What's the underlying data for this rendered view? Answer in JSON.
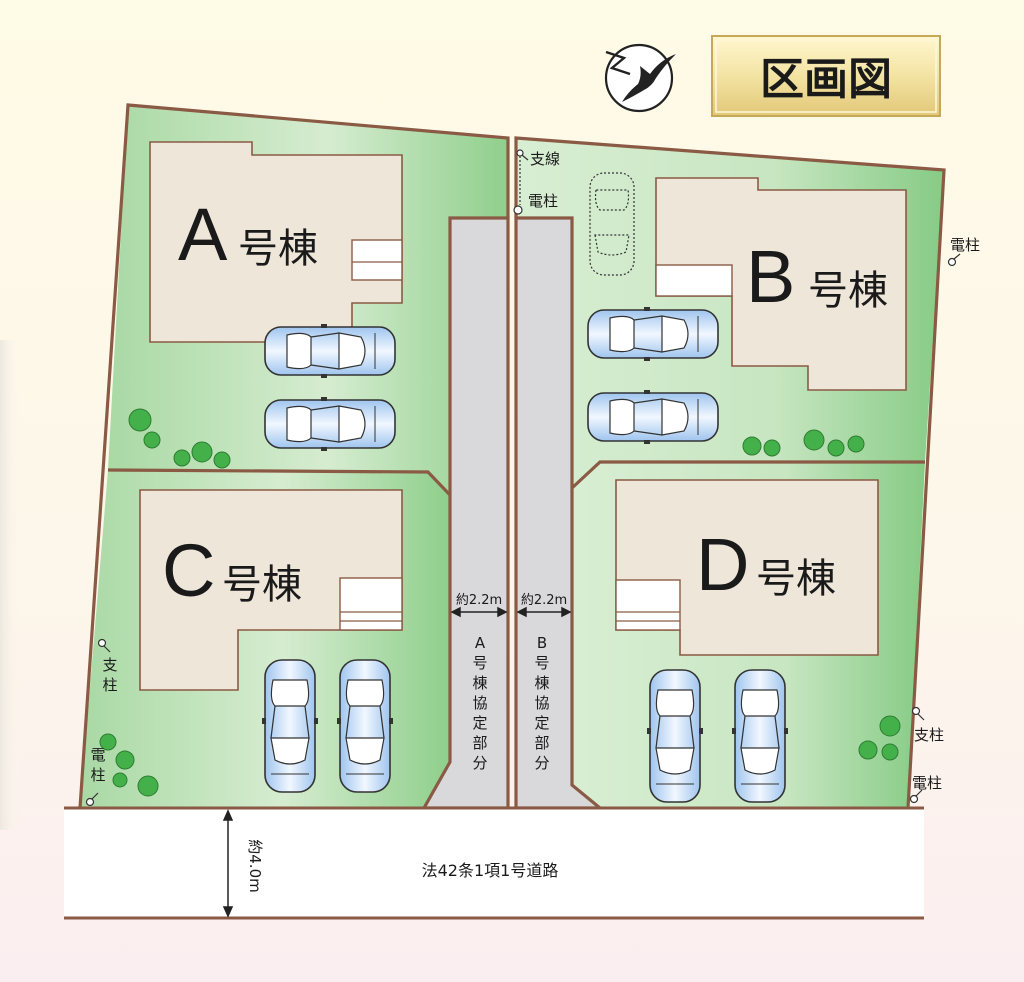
{
  "title": "区画図",
  "lots": {
    "a": {
      "number": "A",
      "suffix": "号棟"
    },
    "b": {
      "number": "B",
      "suffix": "号棟"
    },
    "c": {
      "number": "C",
      "suffix": "号棟"
    },
    "d": {
      "number": "D",
      "suffix": "号棟"
    }
  },
  "driveway": {
    "a_width": "約2.2m",
    "b_width": "約2.2m",
    "a_label": [
      "A",
      "号",
      "棟",
      "協",
      "定",
      "部",
      "分"
    ],
    "b_label": [
      "B",
      "号",
      "棟",
      "協",
      "定",
      "部",
      "分"
    ]
  },
  "road": {
    "name": "法42条1項1号道路",
    "width": "約4.0m"
  },
  "markers": {
    "stay_wire": "支線",
    "pole": "電柱",
    "stay_post": "支柱"
  },
  "colors": {
    "lot_green": "#a6d7a2",
    "boundary": "#8a5a45",
    "house": "#eee6d9",
    "driveway_gray": "#d9d9db",
    "title_gold": "#f1e1a1"
  }
}
